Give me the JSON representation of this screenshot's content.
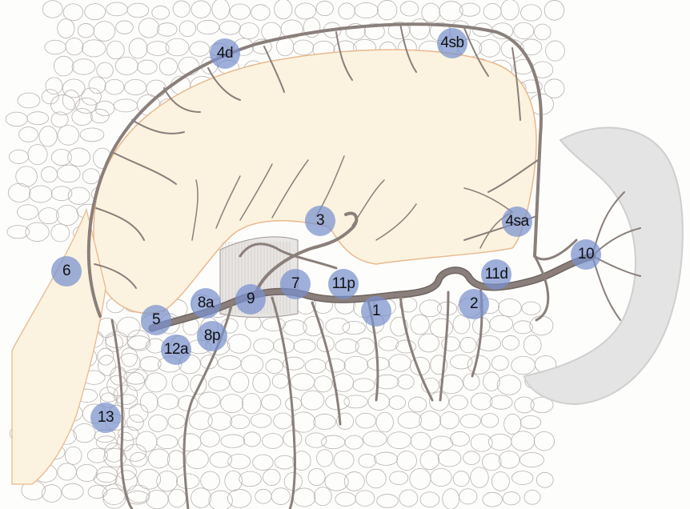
{
  "figure": {
    "colors": {
      "organ_fill": "#fbf3df",
      "organ_outline": "#e9b98e",
      "vessel": "#8a7f7a",
      "vessel_dark": "#6f6560",
      "fat_lobule": "#b9b3b0",
      "spleen": "#cfcfcf",
      "marker": "#7890cd"
    },
    "icons": {
      "organ": "stomach-illustration",
      "spleen": "spleen-illustration",
      "fat": "fat-lobules"
    }
  },
  "labels": {
    "l4d": "4d",
    "l4sb": "4sb",
    "l3": "3",
    "l4sa": "4sa",
    "l10": "10",
    "l6": "6",
    "l11d": "11d",
    "l7": "7",
    "l11p": "11p",
    "l8a": "8a",
    "l9": "9",
    "l1": "1",
    "l2": "2",
    "l5": "5",
    "l8p": "8p",
    "l12a": "12a",
    "l13": "13"
  }
}
